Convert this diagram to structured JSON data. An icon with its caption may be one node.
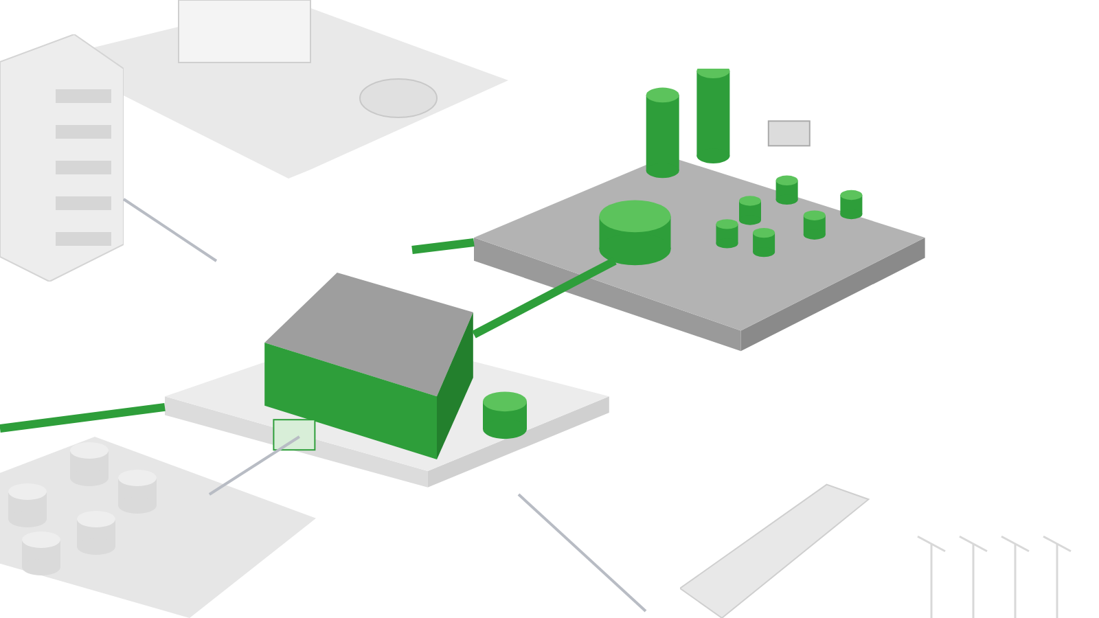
{
  "diagram": {
    "nodes": [
      {
        "text": [],
        "shape": "picture"
      },
      {
        "text": [],
        "shape": "picture"
      },
      {
        "text": [],
        "shape": "picture"
      },
      {
        "text": [],
        "shape": "picture"
      },
      {
        "text": [],
        "shape": "picture"
      },
      {
        "text": [],
        "shape": "picture"
      }
    ],
    "edges": [
      {
        "from": null,
        "to": 3,
        "arrow": "none",
        "style": "thick",
        "color": "#2e9e3a"
      },
      {
        "from": 3,
        "to": 2,
        "arrow": "none",
        "style": "thick",
        "color": "#2e9e3a"
      },
      {
        "from": 2,
        "to": null,
        "arrow": "none",
        "style": "thick",
        "color": "#2e9e3a"
      },
      {
        "from": 1,
        "to": 3,
        "arrow": "none",
        "color": "#b8bcc4"
      },
      {
        "from": 4,
        "to": 3,
        "arrow": "none",
        "color": "#b8bcc4"
      },
      {
        "from": 3,
        "to": null,
        "arrow": "none",
        "color": "#b8bcc4"
      }
    ]
  }
}
